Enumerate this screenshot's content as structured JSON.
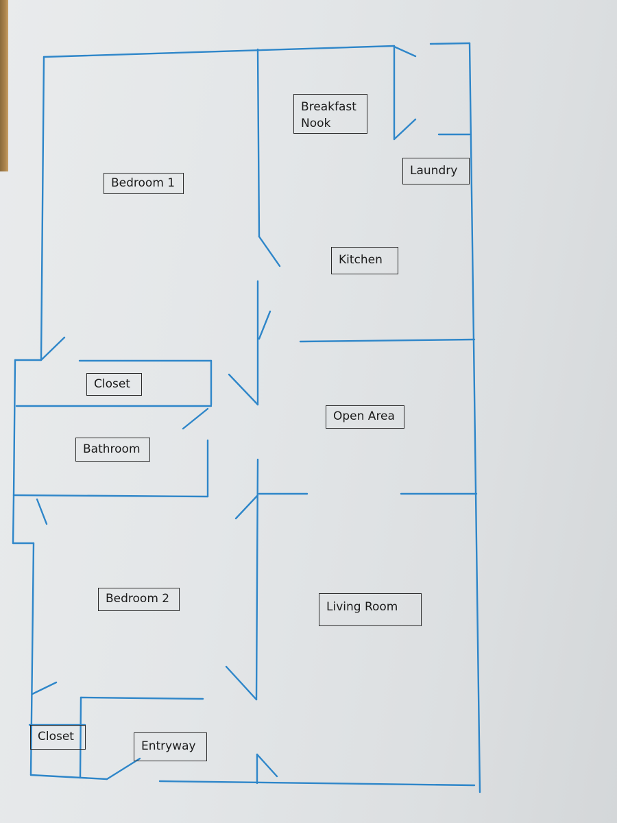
{
  "floor_plan": {
    "line_color": "#2e86c9",
    "rooms": {
      "breakfast_nook": "Breakfast\nNook",
      "laundry": "Laundry",
      "bedroom_1": "Bedroom 1",
      "kitchen": "Kitchen",
      "closet_upper": "Closet",
      "open_area": "Open Area",
      "bathroom": "Bathroom",
      "bedroom_2": "Bedroom 2",
      "living_room": "Living Room",
      "closet_lower": "Closet",
      "entryway": "Entryway"
    }
  }
}
